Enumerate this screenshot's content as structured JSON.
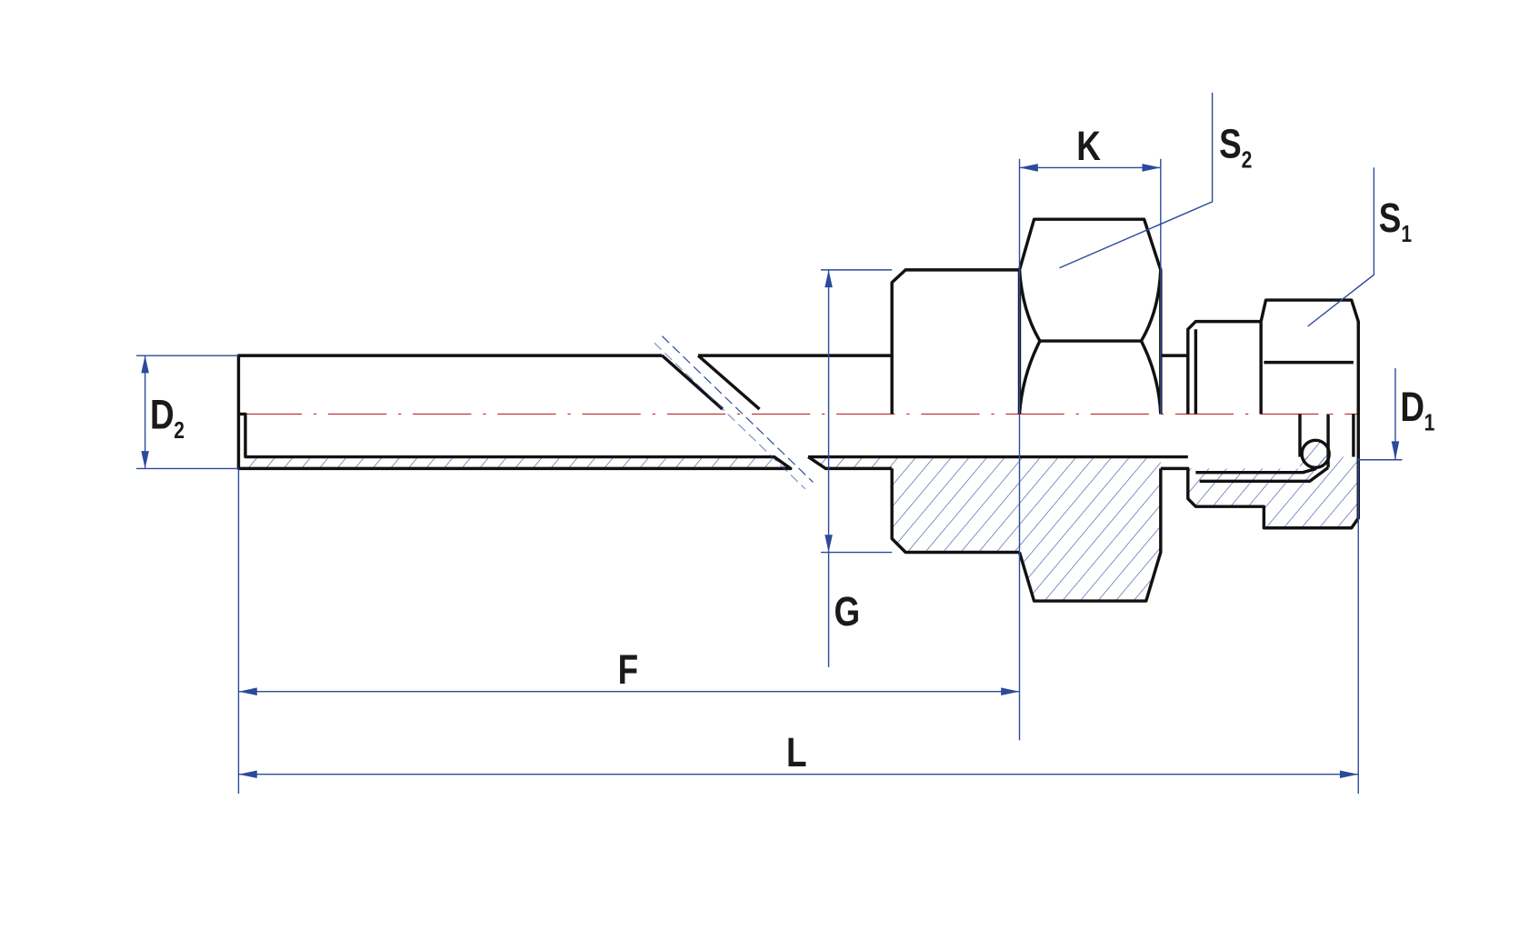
{
  "drawing": {
    "title": "Thermowell with compression fitting - dimension drawing",
    "labels": {
      "K": "K",
      "S2": {
        "main": "S",
        "sub": "2"
      },
      "S1": {
        "main": "S",
        "sub": "1"
      },
      "D2": {
        "main": "D",
        "sub": "2"
      },
      "D1": {
        "main": "D",
        "sub": "1"
      },
      "G": "G",
      "F": "F",
      "L": "L"
    },
    "colors": {
      "outline": "#111111",
      "dimension": "#2b4a9c",
      "centerline": "#c0282e"
    }
  }
}
